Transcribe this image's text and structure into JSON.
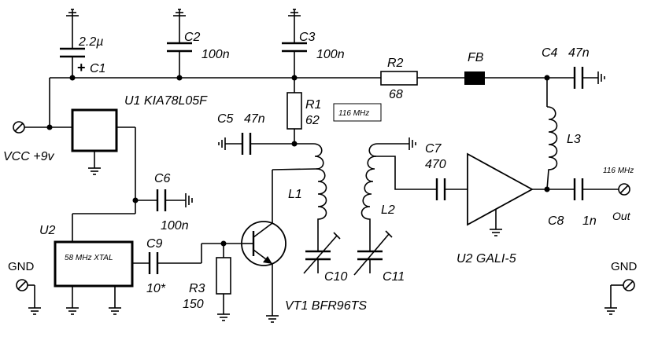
{
  "labels": {
    "c1_value": "2.2µ",
    "c1_plus": "+",
    "c1_name": "C1",
    "c2_name": "C2",
    "c2_value": "100n",
    "c3_name": "C3",
    "c3_value": "100n",
    "r2_name": "R2",
    "r2_value": "68",
    "fb_name": "FB",
    "c4_name": "C4",
    "c4_value": "47n",
    "u1_name": "U1 KIA78L05F",
    "r1_name": "R1",
    "r1_value": "62",
    "freq_box": "116 MHz",
    "c5_name": "C5",
    "c5_value": "47n",
    "c7_name": "C7",
    "c7_value": "470",
    "l3_name": "L3",
    "vcc": "VCC +9v",
    "c6_name": "C6",
    "c6_value": "100n",
    "l1_name": "L1",
    "l2_name": "L2",
    "out_freq": "116 MHz",
    "c8_name": "C8",
    "c8_value": "1n",
    "out": "Out",
    "u2_left": "U2",
    "xtal": "58 MHz XTAL",
    "c9_name": "C9",
    "c9_value": "10*",
    "gnd_left": "GND",
    "gnd_right": "GND",
    "r3_name": "R3",
    "r3_value": "150",
    "c10_name": "C10",
    "c11_name": "C11",
    "u2_gali": "U2  GALI-5",
    "vt1": "VT1 BFR96TS"
  }
}
